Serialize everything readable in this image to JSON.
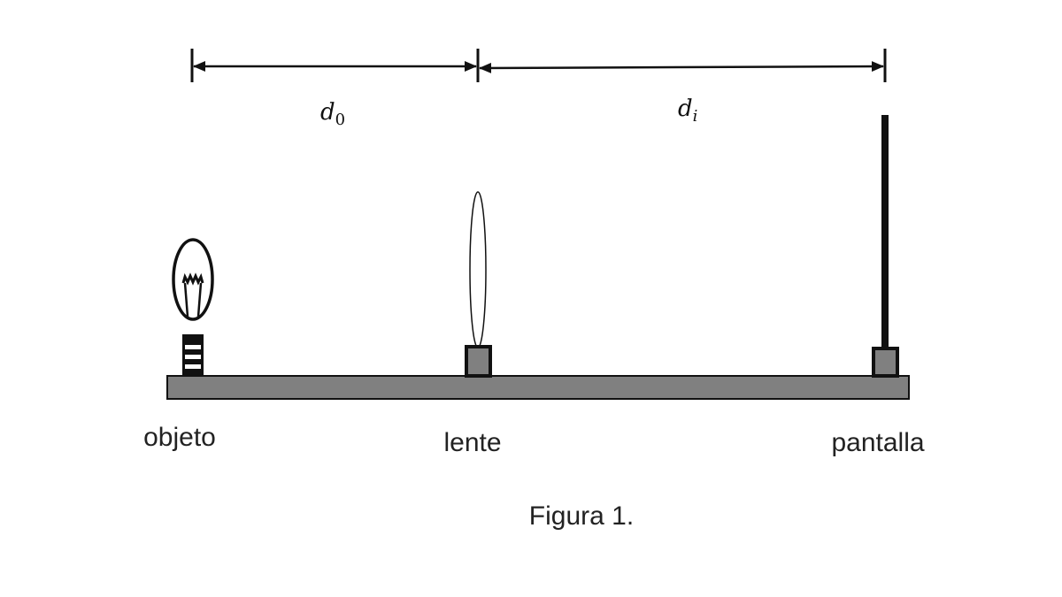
{
  "distances": {
    "object": {
      "symbol": "d",
      "subscript": "0"
    },
    "image": {
      "symbol": "d",
      "subscript": "i"
    }
  },
  "labels": {
    "object": "objeto",
    "lens": "lente",
    "screen": "pantalla"
  },
  "caption": "Figura 1.",
  "colors": {
    "rail": "#808080",
    "stroke": "#111111"
  }
}
